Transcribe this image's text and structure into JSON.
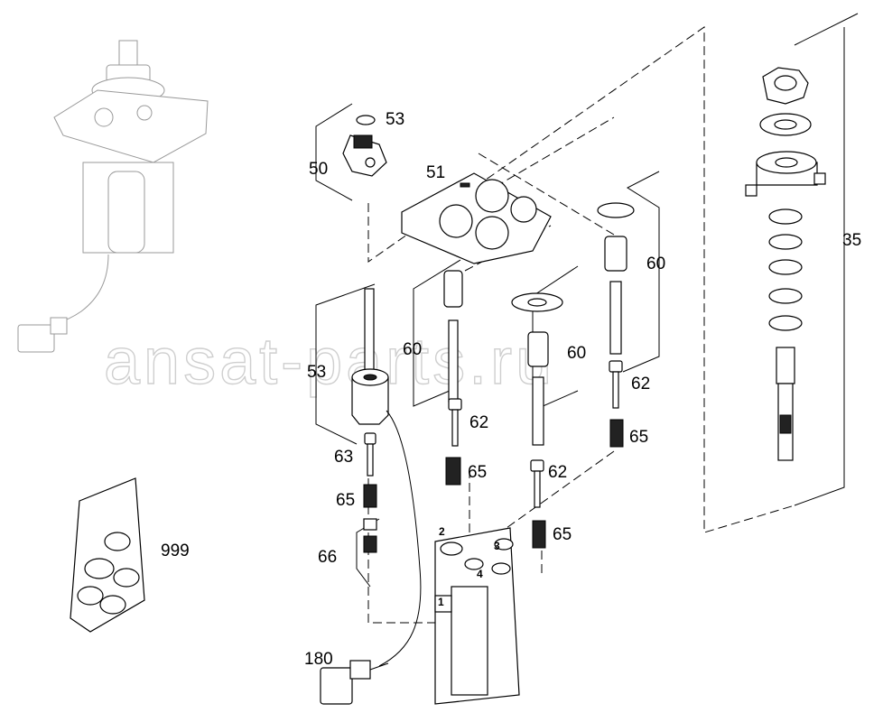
{
  "watermark": "ansat-parts.ru",
  "labels": {
    "l53a": "53",
    "l50": "50",
    "l51": "51",
    "l60a": "60",
    "l60b": "60",
    "l60c": "60",
    "l35": "35",
    "l53b": "53",
    "l62a": "62",
    "l62b": "62",
    "l62c": "62",
    "l63": "63",
    "l65a": "65",
    "l65b": "65",
    "l65c": "65",
    "l65d": "65",
    "l66": "66",
    "l999": "999",
    "l180": "180"
  },
  "positions": {
    "p1": "1",
    "p2": "2",
    "p3": "3",
    "p4": "4"
  }
}
